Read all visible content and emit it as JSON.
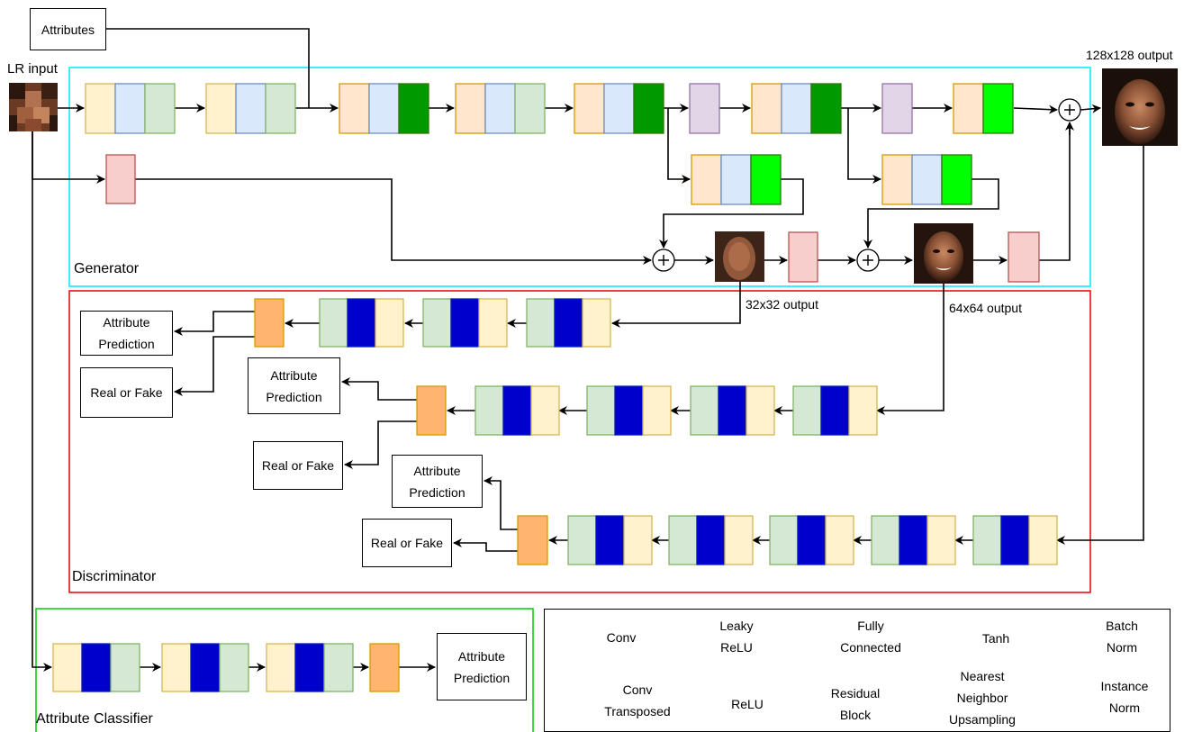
{
  "labels": {
    "attributes": "Attributes",
    "lr_input": "LR input",
    "out_128": "128x128 output",
    "out_32": "32x32 output",
    "out_64": "64x64 output",
    "generator": "Generator",
    "discriminator": "Discriminator",
    "attribute_classifier": "Attribute Classifier"
  },
  "outputs": {
    "attribute_prediction": "Attribute Prediction",
    "real_or_fake": "Real or Fake"
  },
  "legend": {
    "conv": "Conv",
    "leaky_relu": "Leaky ReLU",
    "fully_connected": "Fully Connected",
    "tanh": "Tanh",
    "batch_norm": "Batch Norm",
    "conv_transposed": "Conv Transposed",
    "relu": "ReLU",
    "residual_block": "Residual Block",
    "nn_upsampling": "Nearest Neighbor Upsampling",
    "instance_norm": "Instance Norm"
  },
  "colors": {
    "conv": "#fff2cc",
    "conv_border": "#d6b656",
    "conv_transposed": "#ffe6cc",
    "conv_transposed_border": "#d79b00",
    "leaky_relu": "#d5e8d4",
    "leaky_relu_border": "#82b366",
    "relu": "#009900",
    "tanh": "#00ff00",
    "batch_norm": "#dae8fc",
    "batch_norm_border": "#6c8ebf",
    "fully_connected": "#ffb570",
    "fully_connected_border": "#d79b00",
    "residual_block": "#e1d5e7",
    "residual_block_border": "#9673a6",
    "nn_upsampling": "#f8cecc",
    "nn_upsampling_border": "#b85450",
    "instance_norm": "#0000cc",
    "generator_frame": "#00e5ff",
    "discriminator_frame": "#e60000",
    "classifier_frame": "#00cc00"
  }
}
